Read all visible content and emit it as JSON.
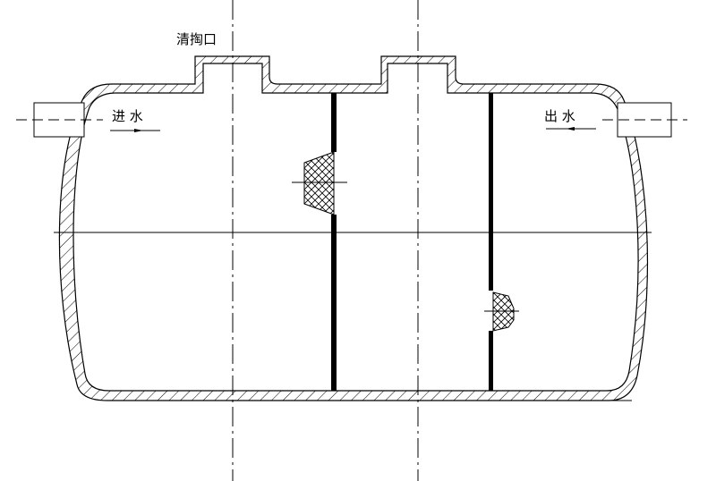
{
  "labels": {
    "cleanout": "清掏口",
    "inlet": "进 水",
    "outlet": "出 水"
  },
  "colors": {
    "line": "#000000",
    "background": "#ffffff"
  }
}
